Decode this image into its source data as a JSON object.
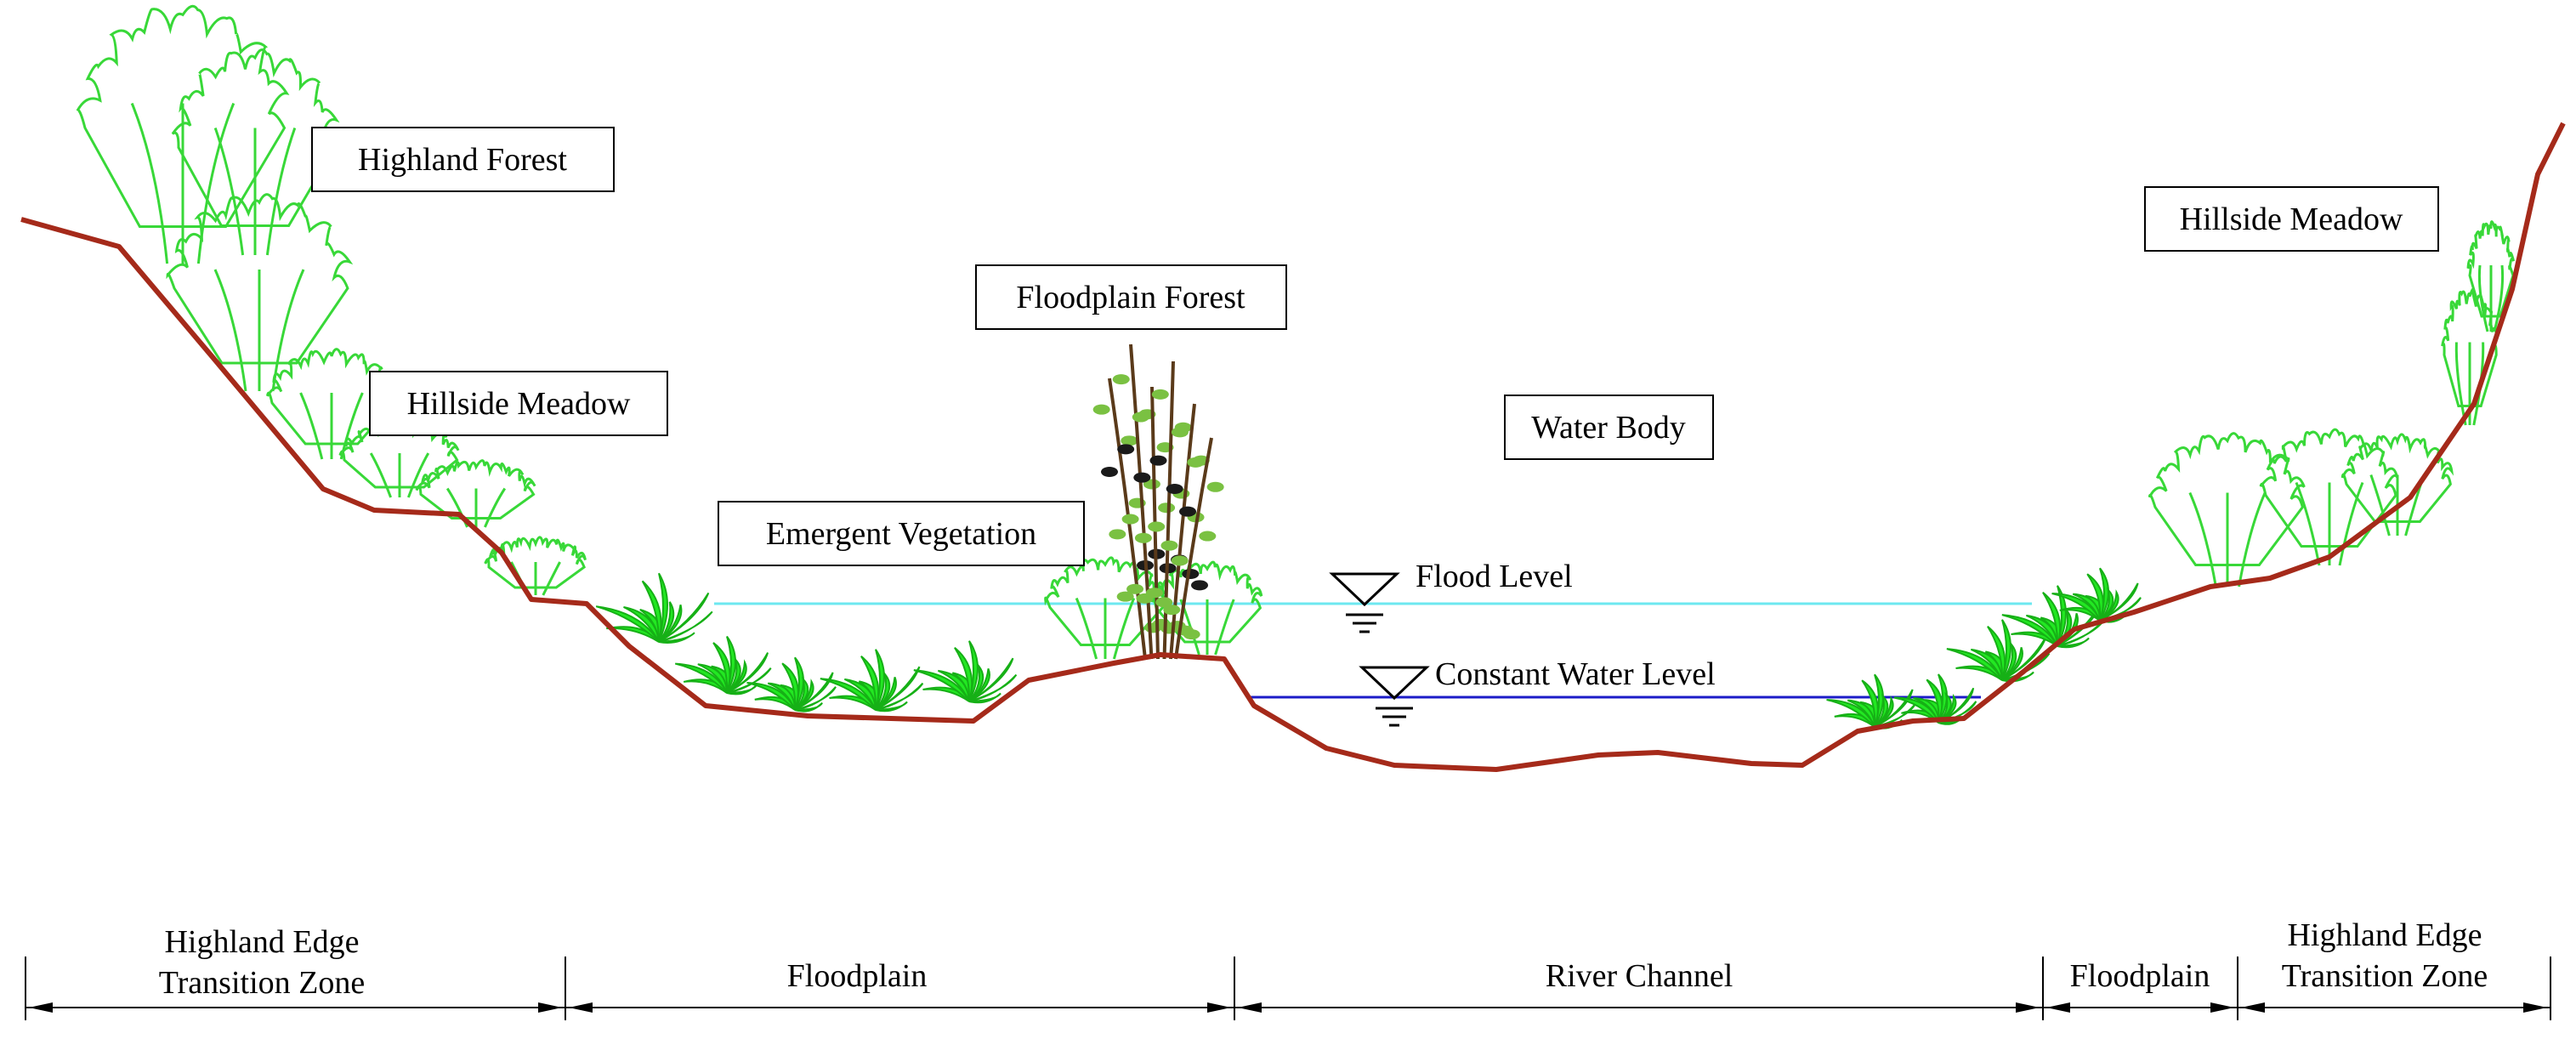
{
  "colors": {
    "ground": "#a52a1a",
    "vegetation": "#22e822",
    "vegetation_outline": "#38d838",
    "flood_line": "#6de8f0",
    "constant_line": "#1c1cc8",
    "tree_dark": "#5a3a1a",
    "text": "#000000"
  },
  "labels": {
    "highland_forest": "Highland Forest",
    "hillside_meadow_left": "Hillside Meadow",
    "hillside_meadow_right": "Hillside Meadow",
    "floodplain_forest": "Floodplain Forest",
    "water_body": "Water Body",
    "emergent_vegetation": "Emergent Vegetation",
    "flood_level": "Flood Level",
    "constant_water_level": "Constant Water Level"
  },
  "zones": [
    {
      "line1": "Highland Edge",
      "line2": "Transition Zone"
    },
    {
      "line1": "Floodplain",
      "line2": ""
    },
    {
      "line1": "River Channel",
      "line2": ""
    },
    {
      "line1": "Floodplain",
      "line2": ""
    },
    {
      "line1": "Highland Edge",
      "line2": "Transition Zone"
    }
  ],
  "icons": [
    "water-level-symbol-icon",
    "shrub-icon",
    "tree-icon",
    "dimension-arrow-icon"
  ]
}
